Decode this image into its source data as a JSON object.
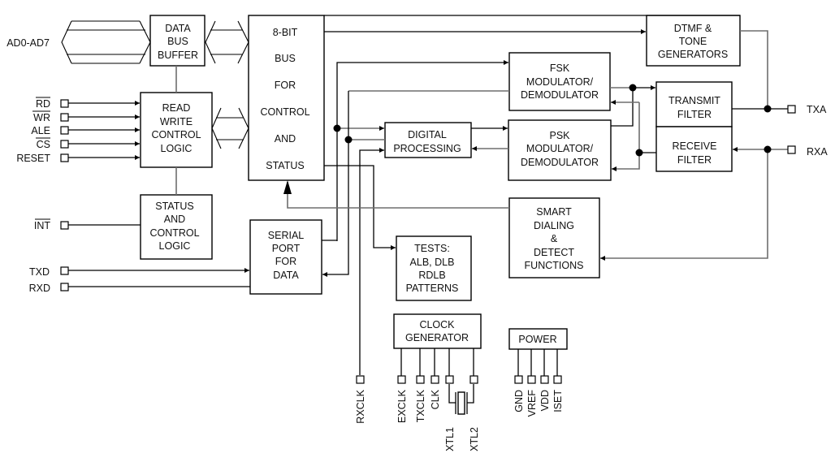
{
  "diagram": {
    "type": "block-diagram",
    "blocks": {
      "data_bus_buffer": [
        "DATA",
        "BUS",
        "BUFFER"
      ],
      "read_write_control": [
        "READ",
        "WRITE",
        "CONTROL",
        "LOGIC"
      ],
      "status_control": [
        "STATUS",
        "AND",
        "CONTROL",
        "LOGIC"
      ],
      "bus_8bit": [
        "8-BIT",
        "BUS",
        "FOR",
        "CONTROL",
        "AND",
        "STATUS"
      ],
      "serial_port": [
        "SERIAL",
        "PORT",
        "FOR",
        "DATA"
      ],
      "digital_processing": [
        "DIGITAL",
        "PROCESSING"
      ],
      "fsk": [
        "FSK",
        "MODULATOR/",
        "DEMODULATOR"
      ],
      "psk": [
        "PSK",
        "MODULATOR/",
        "DEMODULATOR"
      ],
      "dtmf": [
        "DTMF &",
        "TONE",
        "GENERATORS"
      ],
      "transmit_filter": [
        "TRANSMIT",
        "FILTER"
      ],
      "receive_filter": [
        "RECEIVE",
        "FILTER"
      ],
      "smart_dialing": [
        "SMART",
        "DIALING",
        "&",
        "DETECT",
        "FUNCTIONS"
      ],
      "tests": [
        "TESTS:",
        "ALB, DLB",
        "RDLB",
        "PATTERNS"
      ],
      "clock_generator": [
        "CLOCK",
        "GENERATOR"
      ],
      "power": [
        "POWER"
      ]
    },
    "pins": {
      "bus": "AD0-AD7",
      "rd": "RD",
      "wr": "WR",
      "ale": "ALE",
      "cs": "CS",
      "reset": "RESET",
      "int": "INT",
      "txd": "TXD",
      "rxd": "RXD",
      "txa": "TXA",
      "rxa": "RXA",
      "rxclk": "RXCLK",
      "exclk": "EXCLK",
      "txclk": "TXCLK",
      "clk": "CLK",
      "xtl1": "XTL1",
      "xtl2": "XTL2",
      "gnd": "GND",
      "vref": "VREF",
      "vdd": "VDD",
      "iset": "ISET"
    },
    "active_low_pins": [
      "RD",
      "WR",
      "CS",
      "INT"
    ]
  }
}
